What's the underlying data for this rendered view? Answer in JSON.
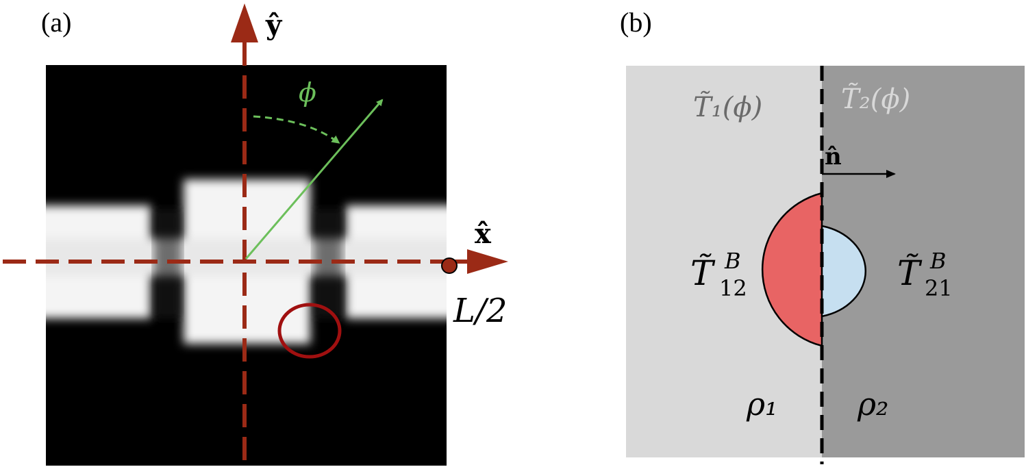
{
  "panel_a": {
    "label": "(a)",
    "axis_y_label": "ŷ",
    "axis_x_label": "x̂",
    "angle_label": "ϕ",
    "edge_label": "L/2",
    "colors": {
      "axis": "#9b2a16",
      "angle_vector": "#6cbf5b",
      "circle": "#a01010",
      "background": "#000000",
      "bands": "#f4f4f4"
    }
  },
  "panel_b": {
    "label": "(b)",
    "region1_tension": "T̃₁(ϕ)",
    "region2_tension": "T̃₂(ϕ)",
    "normal_label": "n̂",
    "boundary_left_base": "T̃",
    "boundary_left_sup": "B",
    "boundary_left_sub": "12",
    "boundary_right_base": "T̃",
    "boundary_right_sup": "B",
    "boundary_right_sub": "21",
    "density1": "ρ₁",
    "density2": "ρ₂",
    "colors": {
      "region1": "#d9d9d9",
      "region2": "#9a9a9a",
      "left_cap": "#e86464",
      "right_cap": "#c6dff0"
    }
  }
}
